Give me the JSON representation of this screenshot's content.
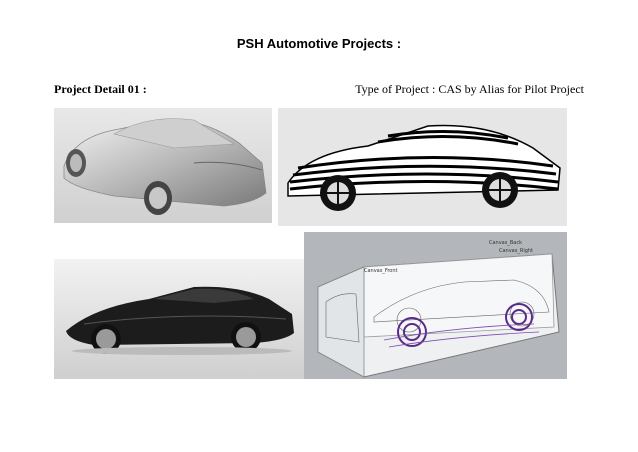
{
  "header": {
    "title": "PSH Automotive Projects :"
  },
  "project": {
    "detail_label": "Project Detail 01 :",
    "type_text": "Type of Project :  CAS by Alias for Pilot Project"
  },
  "images": {
    "cad_render_label_front": "Canvas_Front",
    "cad_render_label_back": "Canvas_Back",
    "cad_render_label_right": "Canvas_Right"
  },
  "colors": {
    "text": "#000000",
    "background": "#ffffff"
  }
}
